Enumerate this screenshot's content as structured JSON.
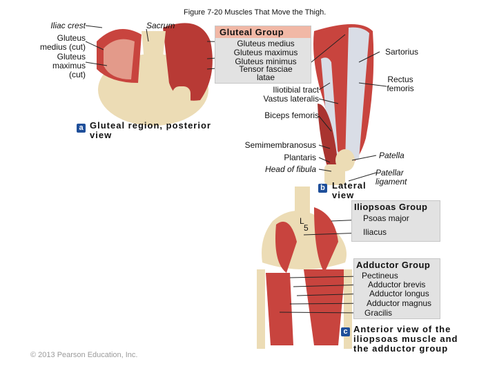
{
  "figure_title": "Figure 7-20 Muscles That Move the Thigh.",
  "panel_a": {
    "labels": {
      "iliac_crest": "Iliac crest",
      "gluteus_medius_cut": "Gluteus\nmedius (cut)",
      "gluteus_maximus_cut": "Gluteus\nmaximus\n(cut)",
      "sacrum": "Sacrum"
    },
    "badge": "a",
    "caption": "Gluteal region, posterior\nview"
  },
  "gluteal_group": {
    "heading": "Gluteal Group",
    "items": [
      "Gluteus medius",
      "Gluteus maximus",
      "Gluteus minimus",
      "Tensor fasciae\nlatae"
    ]
  },
  "panel_b": {
    "labels": {
      "iliotibial_tract": "Iliotibial tract",
      "vastus_lateralis": "Vastus lateralis",
      "biceps_femoris": "Biceps femoris",
      "semimembranosus": "Semimembranosus",
      "plantaris": "Plantaris",
      "head_of_fibula": "Head of fibula",
      "sartorius": "Sartorius",
      "rectus_femoris": "Rectus\nfemoris",
      "patella": "Patella",
      "patellar_ligament": "Patellar\nligament"
    },
    "badge": "b",
    "caption": "Lateral\nview"
  },
  "iliopsoas_group": {
    "heading": "Iliopsoas Group",
    "items": [
      "Psoas major",
      "Iliacus"
    ]
  },
  "panel_c": {
    "vertebra_labels": [
      "L",
      "5"
    ],
    "adductor_heading": "Adductor Group",
    "adductor_items": [
      "Pectineus",
      "Adductor brevis",
      "Adductor longus",
      "Adductor magnus",
      "Gracilis"
    ],
    "badge": "c",
    "caption": "Anterior view of the\niliopsoas muscle and\nthe adductor group"
  },
  "copyright": "© 2013 Pearson Education, Inc.",
  "colors": {
    "muscle": "#c8443e",
    "muscle_light": "#e39a8a",
    "bone": "#ecdcb5",
    "tendon": "#d9dde6",
    "badge": "#1f4f9a",
    "gluteal_header": "#f1b8a6",
    "group_box": "#e2e2e2"
  }
}
